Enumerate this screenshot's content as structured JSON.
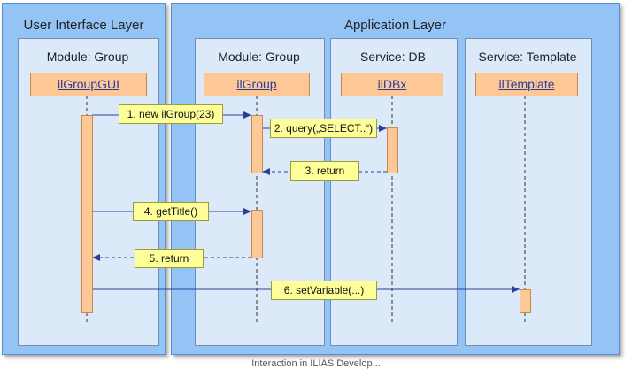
{
  "layers": {
    "ui": "User Interface Layer",
    "app": "Application Layer"
  },
  "modules": {
    "ui_group": "Module: Group",
    "app_group": "Module: Group",
    "service_db": "Service: DB",
    "service_template": "Service: Template"
  },
  "lifelines": {
    "ilGroupGUI": "ilGroupGUI",
    "ilGroup": "ilGroup",
    "ilDBx": "ilDBx",
    "ilTemplate": "ilTemplate"
  },
  "messages": {
    "m1": "1. new ilGroup(23)",
    "m2": "2. query(„SELECT..“)",
    "m3": "3. return",
    "m4": "4. getTitle()",
    "m5": "5. return",
    "m6": "6. setVariable(...)"
  },
  "caption": "Interaction in ILIAS Develop..."
}
